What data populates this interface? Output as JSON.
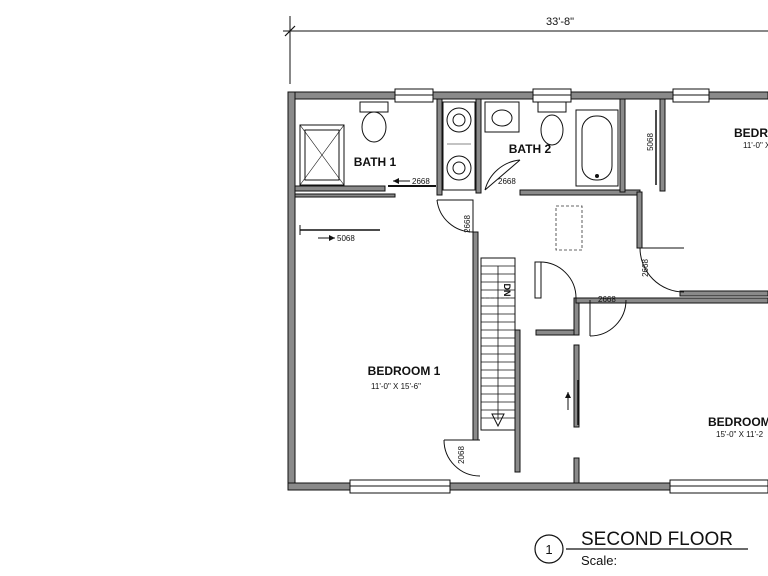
{
  "dimension": "33'-8\"",
  "rooms": {
    "bath1": "BATH 1",
    "bath2": "BATH 2",
    "bedroom1": {
      "name": "BEDROOM 1",
      "size": "11'-0\" X 15'-6\""
    },
    "bedroom2": {
      "name": "BEDR",
      "size": "11'-0\" X"
    },
    "bedroom3": {
      "name": "BEDROOM",
      "size": "15'-0\" X 11'-2"
    }
  },
  "door_tags": {
    "bath1": "2668",
    "bath2": "2668",
    "bed1_door": "2668",
    "bed1_closet": "5068",
    "hall_1": "2668",
    "hall_2": "2668",
    "closet_bottom": "2068",
    "bed2_closet": "5068"
  },
  "stair_label": "DN",
  "title_block": {
    "number": "1",
    "title": "SECOND FLOOR",
    "scale_label": "Scale:"
  }
}
